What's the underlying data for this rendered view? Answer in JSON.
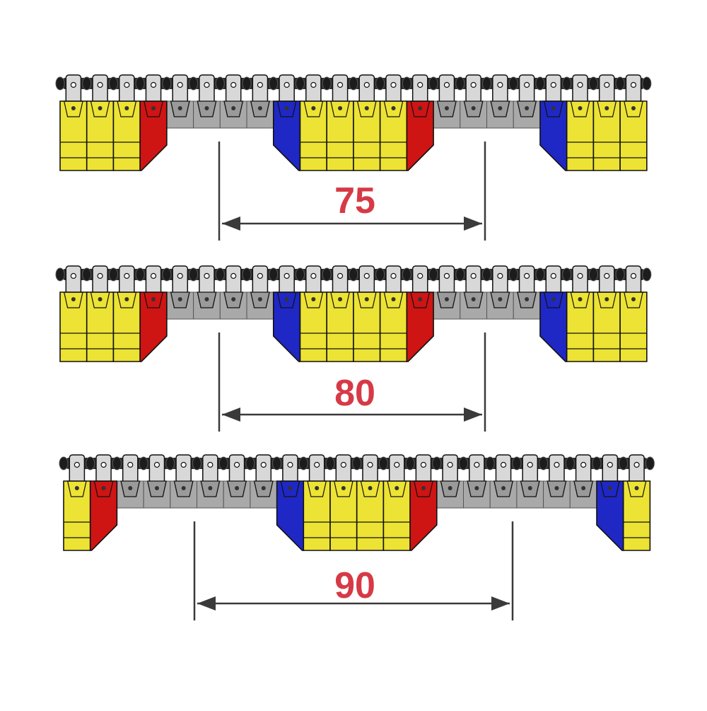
{
  "colors": {
    "yellow": "#EDE334",
    "red": "#CF1414",
    "blue": "#1F28C4",
    "gray": "#A9A9A9",
    "chain": "#2E2E2E",
    "label": "#D63A46",
    "outline": "#111111",
    "line": "#3A3A3A"
  },
  "rows": [
    {
      "distance_label": "75",
      "sections": [
        {
          "color": "yellow",
          "count": 3
        },
        {
          "color": "red",
          "count": 1
        },
        {
          "color": "gray",
          "count": 4
        },
        {
          "color": "blue",
          "count": 1
        },
        {
          "color": "yellow",
          "count": 4
        },
        {
          "color": "red",
          "count": 1
        },
        {
          "color": "gray",
          "count": 4
        },
        {
          "color": "blue",
          "count": 1
        },
        {
          "color": "yellow",
          "count": 3
        }
      ]
    },
    {
      "distance_label": "80",
      "sections": [
        {
          "color": "yellow",
          "count": 3
        },
        {
          "color": "red",
          "count": 1
        },
        {
          "color": "gray",
          "count": 4
        },
        {
          "color": "blue",
          "count": 1
        },
        {
          "color": "yellow",
          "count": 4
        },
        {
          "color": "red",
          "count": 1
        },
        {
          "color": "gray",
          "count": 4
        },
        {
          "color": "blue",
          "count": 1
        },
        {
          "color": "yellow",
          "count": 3
        }
      ]
    },
    {
      "distance_label": "90",
      "sections": [
        {
          "color": "yellow",
          "count": 1
        },
        {
          "color": "red",
          "count": 1
        },
        {
          "color": "gray",
          "count": 6
        },
        {
          "color": "blue",
          "count": 1
        },
        {
          "color": "yellow",
          "count": 4
        },
        {
          "color": "red",
          "count": 1
        },
        {
          "color": "gray",
          "count": 6
        },
        {
          "color": "blue",
          "count": 1
        },
        {
          "color": "yellow",
          "count": 1
        }
      ]
    }
  ]
}
